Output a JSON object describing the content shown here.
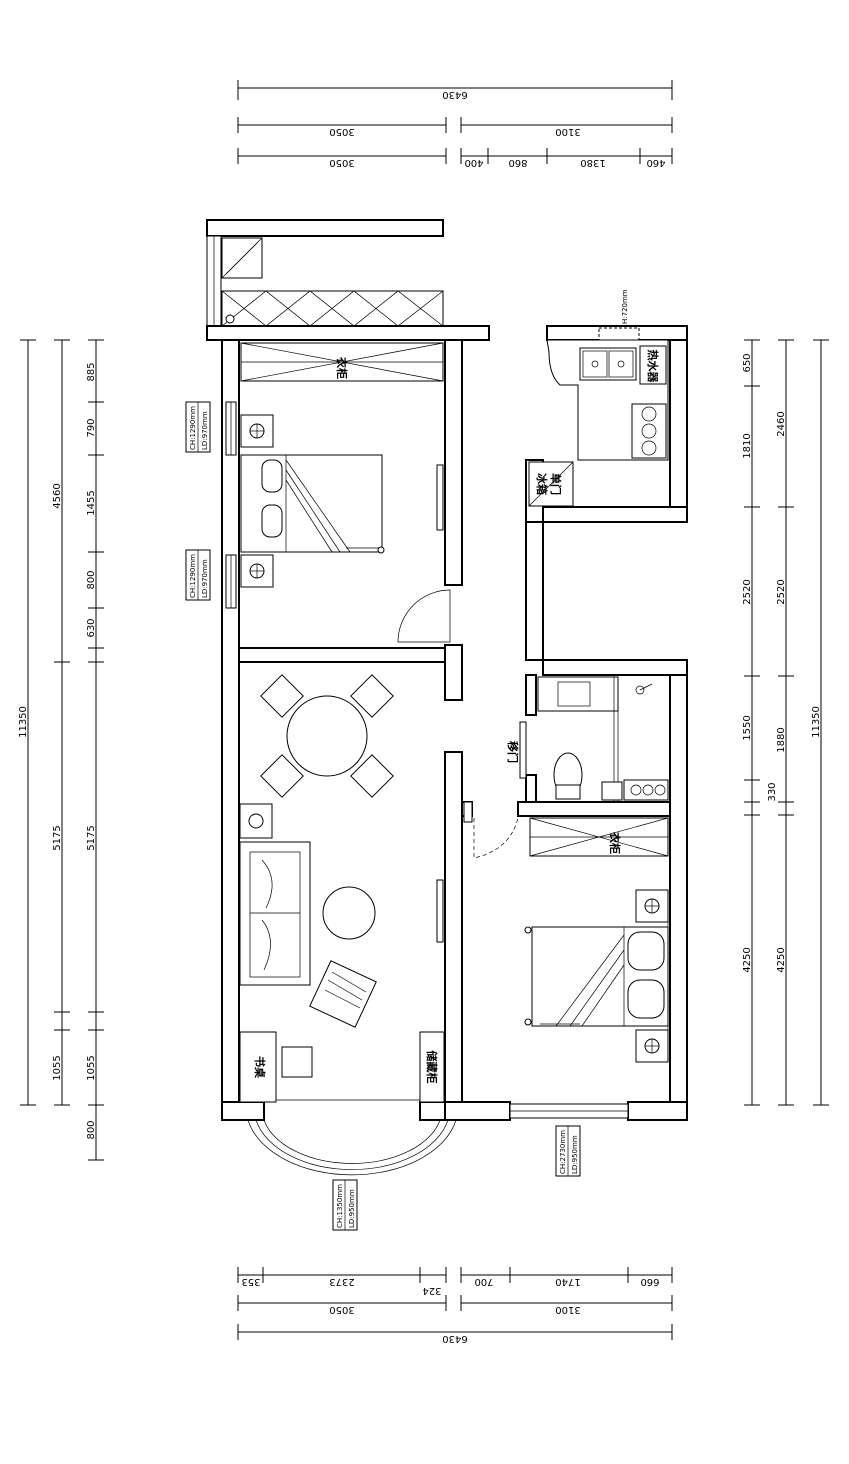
{
  "dims": {
    "top_total": "6430",
    "top_left": "3050",
    "top_right": "3100",
    "top_left_2": "3050",
    "top_seg": [
      "400",
      "860",
      "1380",
      "460"
    ],
    "bottom_total": "6430",
    "bottom_left": "3050",
    "bottom_right": "3100",
    "bottom_seg": [
      "353",
      "2373",
      "324",
      "700",
      "1740",
      "660"
    ],
    "left_total": "11350",
    "left_mid": [
      "4560",
      "5175",
      "1055"
    ],
    "left_inner": [
      "885",
      "790",
      "1455",
      "800",
      "630",
      "5175",
      "1055",
      "800"
    ],
    "right_total": "11350",
    "right_mid": [
      "2460",
      "2520",
      "1880",
      "4250"
    ],
    "right_inner": [
      "650",
      "1810",
      "2520",
      "1550",
      "330",
      "4250"
    ]
  },
  "labels": {
    "wardrobe_top": "衣柜",
    "wardrobe_bottom": "衣柜",
    "water_heater": "热水器",
    "fridge": "冰箱",
    "single_door": "单门",
    "sliding_door": "移门",
    "desk": "书桌",
    "storage_cabinet": "储藏柜",
    "hood_height": "H:720mm"
  },
  "windows": [
    {
      "ch": "CH:1290mm",
      "ld": "LD:970mm"
    },
    {
      "ch": "CH:1290mm",
      "ld": "LD:970mm"
    },
    {
      "ch": "CH:1350mm",
      "ld": "LD:950mm"
    },
    {
      "ch": "CH:2730mm",
      "ld": "LD:950mm"
    }
  ]
}
